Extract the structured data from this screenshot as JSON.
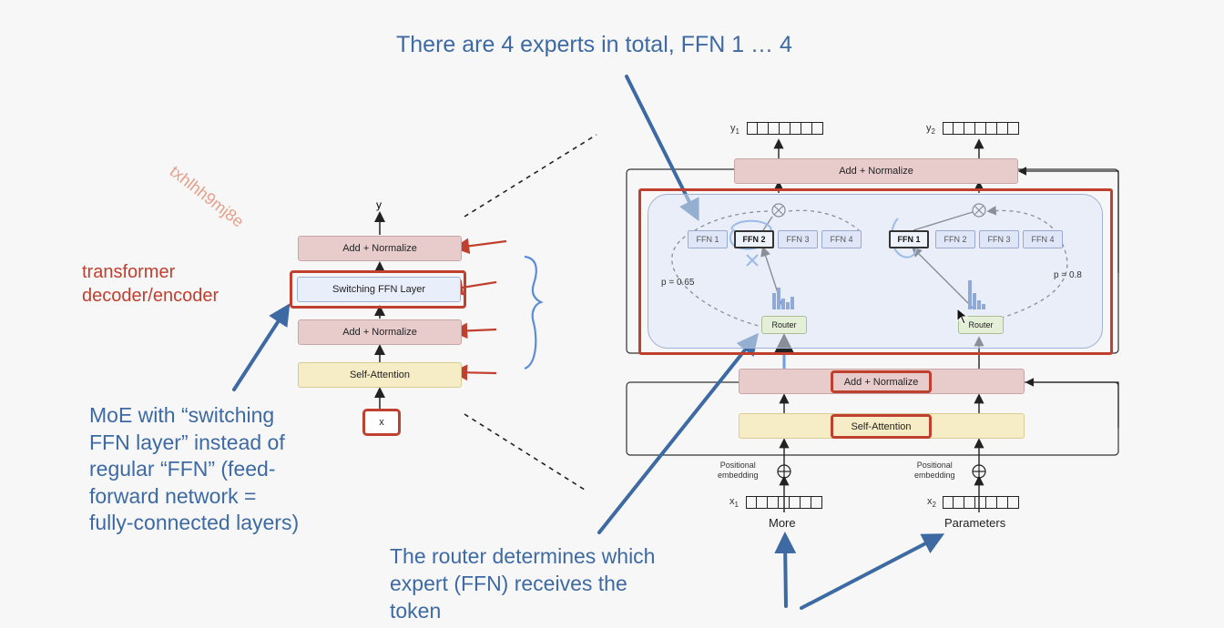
{
  "top_note": "There are 4 experts in total, FFN 1 … 4",
  "router_note": [
    "The router determines which",
    "expert (FFN) receives the",
    "token"
  ],
  "moe_note": [
    "MoE with “switching",
    "FFN layer” instead of",
    "regular “FFN” (feed-",
    "forward network =",
    "fully-connected layers)"
  ],
  "transformer_note": [
    "transformer",
    "decoder/encoder"
  ],
  "watermark": "txhlhh9mj8e",
  "left_diagram": {
    "output": "y",
    "blocks": [
      "Add + Normalize",
      "Switching FFN Layer",
      "Add + Normalize",
      "Self-Attention"
    ],
    "input": "x"
  },
  "right_diagram": {
    "y1": "y",
    "y1_sub": "1",
    "y2": "y",
    "y2_sub": "2",
    "top_add_norm": "Add + Normalize",
    "experts_left": [
      "FFN 1",
      "FFN 2",
      "FFN 3",
      "FFN 4"
    ],
    "experts_right": [
      "FFN 1",
      "FFN 2",
      "FFN 3",
      "FFN 4"
    ],
    "selected_left": 1,
    "selected_right": 0,
    "p_left": "p = 0.65",
    "p_right": "p = 0.8",
    "router": "Router",
    "bottom_add_norm": "Add + Normalize",
    "self_attention": "Self-Attention",
    "pos_emb": [
      "Positional",
      "embedding"
    ],
    "x1": "x",
    "x1_sub": "1",
    "x2": "x",
    "x2_sub": "2",
    "token1": "More",
    "token2": "Parameters"
  },
  "colors": {
    "annotation_blue": "#3d6aa2",
    "annotation_red": "#c0402f",
    "block_pink": "#e8cccc",
    "block_yellow": "#f6ecc5",
    "moe_region": "#e8eefa"
  }
}
